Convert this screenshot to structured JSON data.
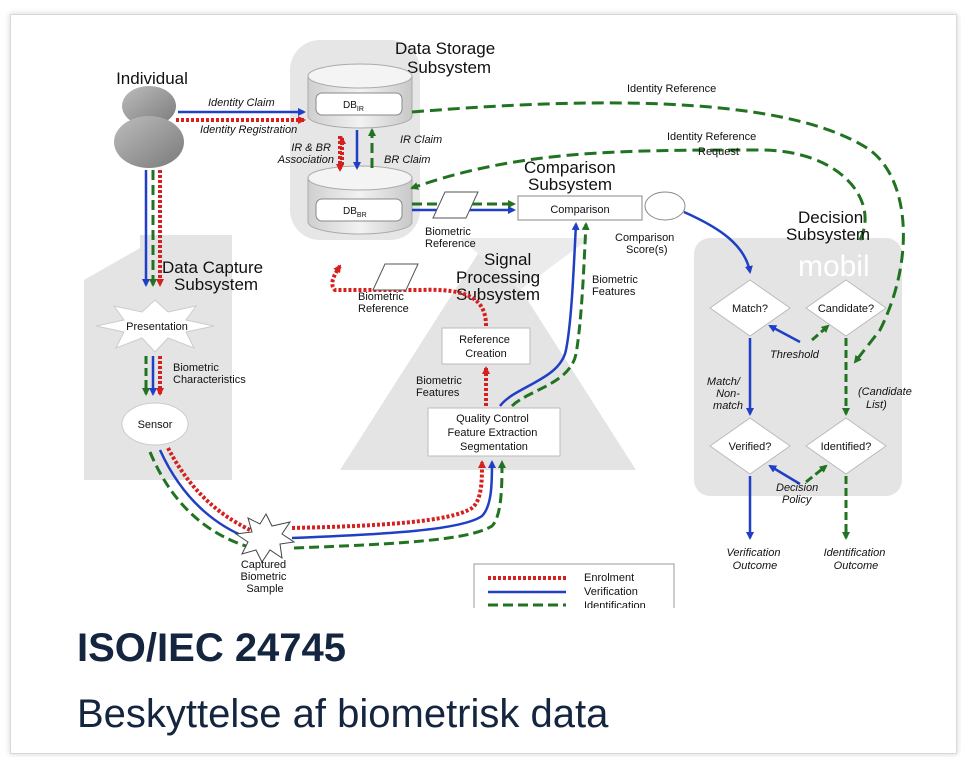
{
  "colors": {
    "enrolment": "#d62020",
    "verification": "#1f3fc4",
    "identification": "#217321",
    "subsystem_bg": "#e4e4e4",
    "title_text": "#14253f"
  },
  "diagram": {
    "individual": "Individual",
    "data_storage": [
      "Data Storage",
      "Subsystem"
    ],
    "db_ir": {
      "base": "DB",
      "sub": "IR"
    },
    "db_br": {
      "base": "DB",
      "sub": "BR"
    },
    "identity_claim": "Identity Claim",
    "identity_registration": "Identity Registration",
    "ir_br_association": [
      "IR & BR",
      "Association"
    ],
    "ir_claim": "IR Claim",
    "br_claim": "BR Claim",
    "identity_reference": "Identity Reference",
    "identity_reference_request": [
      "Identity  Reference",
      "Request"
    ],
    "comparison": [
      "Comparison",
      "Subsystem"
    ],
    "comparison_box": "Comparison",
    "comparison_scores": [
      "Comparison",
      "Score(s)"
    ],
    "decision": [
      "Decision",
      "Subsystem"
    ],
    "overlay_text": "mobil",
    "data_capture": [
      "Data Capture",
      "Subsystem"
    ],
    "presentation": "Presentation",
    "biometric_characteristics": [
      "Biometric",
      "Characteristics"
    ],
    "sensor": "Sensor",
    "captured_sample": [
      "Captured",
      "Biometric",
      "Sample"
    ],
    "signal_processing": [
      "Signal",
      "Processing",
      "Subsystem"
    ],
    "reference_creation": [
      "Reference",
      "Creation"
    ],
    "biometric_features_left": [
      "Biometric",
      "Features"
    ],
    "biometric_features_right": [
      "Biometric",
      "Features"
    ],
    "quality_control": [
      "Quality Control",
      "Feature Extraction",
      "Segmentation"
    ],
    "biometric_reference_top": [
      "Biometric",
      "Reference"
    ],
    "biometric_reference_bottom": [
      "Biometric",
      "Reference"
    ],
    "match": "Match?",
    "candidate": "Candidate?",
    "threshold": "Threshold",
    "match_nonmatch": [
      "Match/",
      "Non-",
      "match"
    ],
    "candidate_list": [
      "(Candidate",
      "List)"
    ],
    "verified": "Verified?",
    "identified": "Identified?",
    "decision_policy": [
      "Decision",
      "Policy"
    ],
    "verification_outcome": [
      "Verification",
      "Outcome"
    ],
    "identification_outcome": [
      "Identification",
      "Outcome"
    ],
    "legend": [
      "Enrolment",
      "Verification",
      "Identification"
    ]
  },
  "slide": {
    "title": "ISO/IEC 24745",
    "subtitle": "Beskyttelse af biometrisk data"
  }
}
